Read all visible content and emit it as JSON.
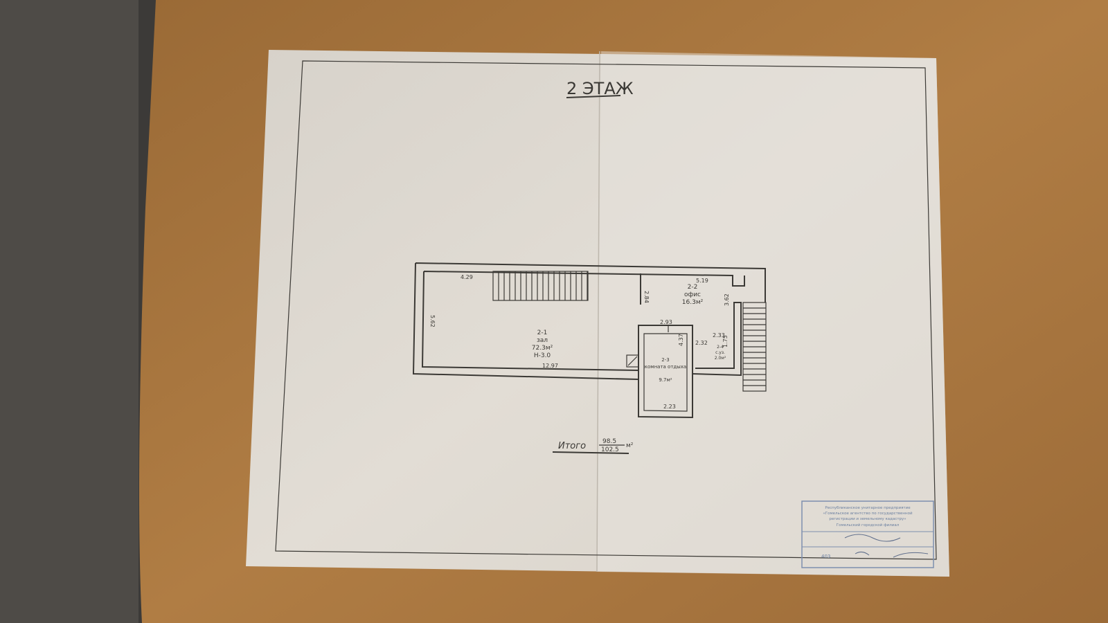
{
  "colors": {
    "table": "#a8763f",
    "paper": "#ddd8cf",
    "curtain": "#4a4846",
    "ink": "#3b3935",
    "stamp": "#6a7fa0"
  },
  "plan": {
    "title": "2 ЭТАЖ",
    "rooms": [
      {
        "id": "2-1",
        "name": "зал",
        "area": "72.3м²",
        "height": "Н-3.0"
      },
      {
        "id": "2-2",
        "name": "офис",
        "area": "16.3м²"
      },
      {
        "id": "2-3",
        "name": "комната отдыха",
        "area": "9.7м²"
      },
      {
        "id": "2-4",
        "name": "с.уз.",
        "area": "2.0м²"
      }
    ],
    "dimensions": {
      "d1": "4.29",
      "d2": "5.62",
      "d3": "12.97",
      "d4": "2.84",
      "d5": "5.19",
      "d6": "3.62",
      "d7": "2.93",
      "d8": "2.33",
      "d9": "2.32",
      "d10": "1.75",
      "d11": "4.37",
      "d12": "2.23"
    },
    "total": {
      "label": "Итого",
      "living": "98.5",
      "total": "102.5",
      "unit": "м²"
    }
  },
  "stamp": {
    "line1": "Республиканское унитарное предприятие",
    "line2": "«Гомельское агентство по государственной",
    "line3": "регистрации и земельному кадастру»",
    "line4": "Гомельский городской филиал",
    "number": "403"
  }
}
